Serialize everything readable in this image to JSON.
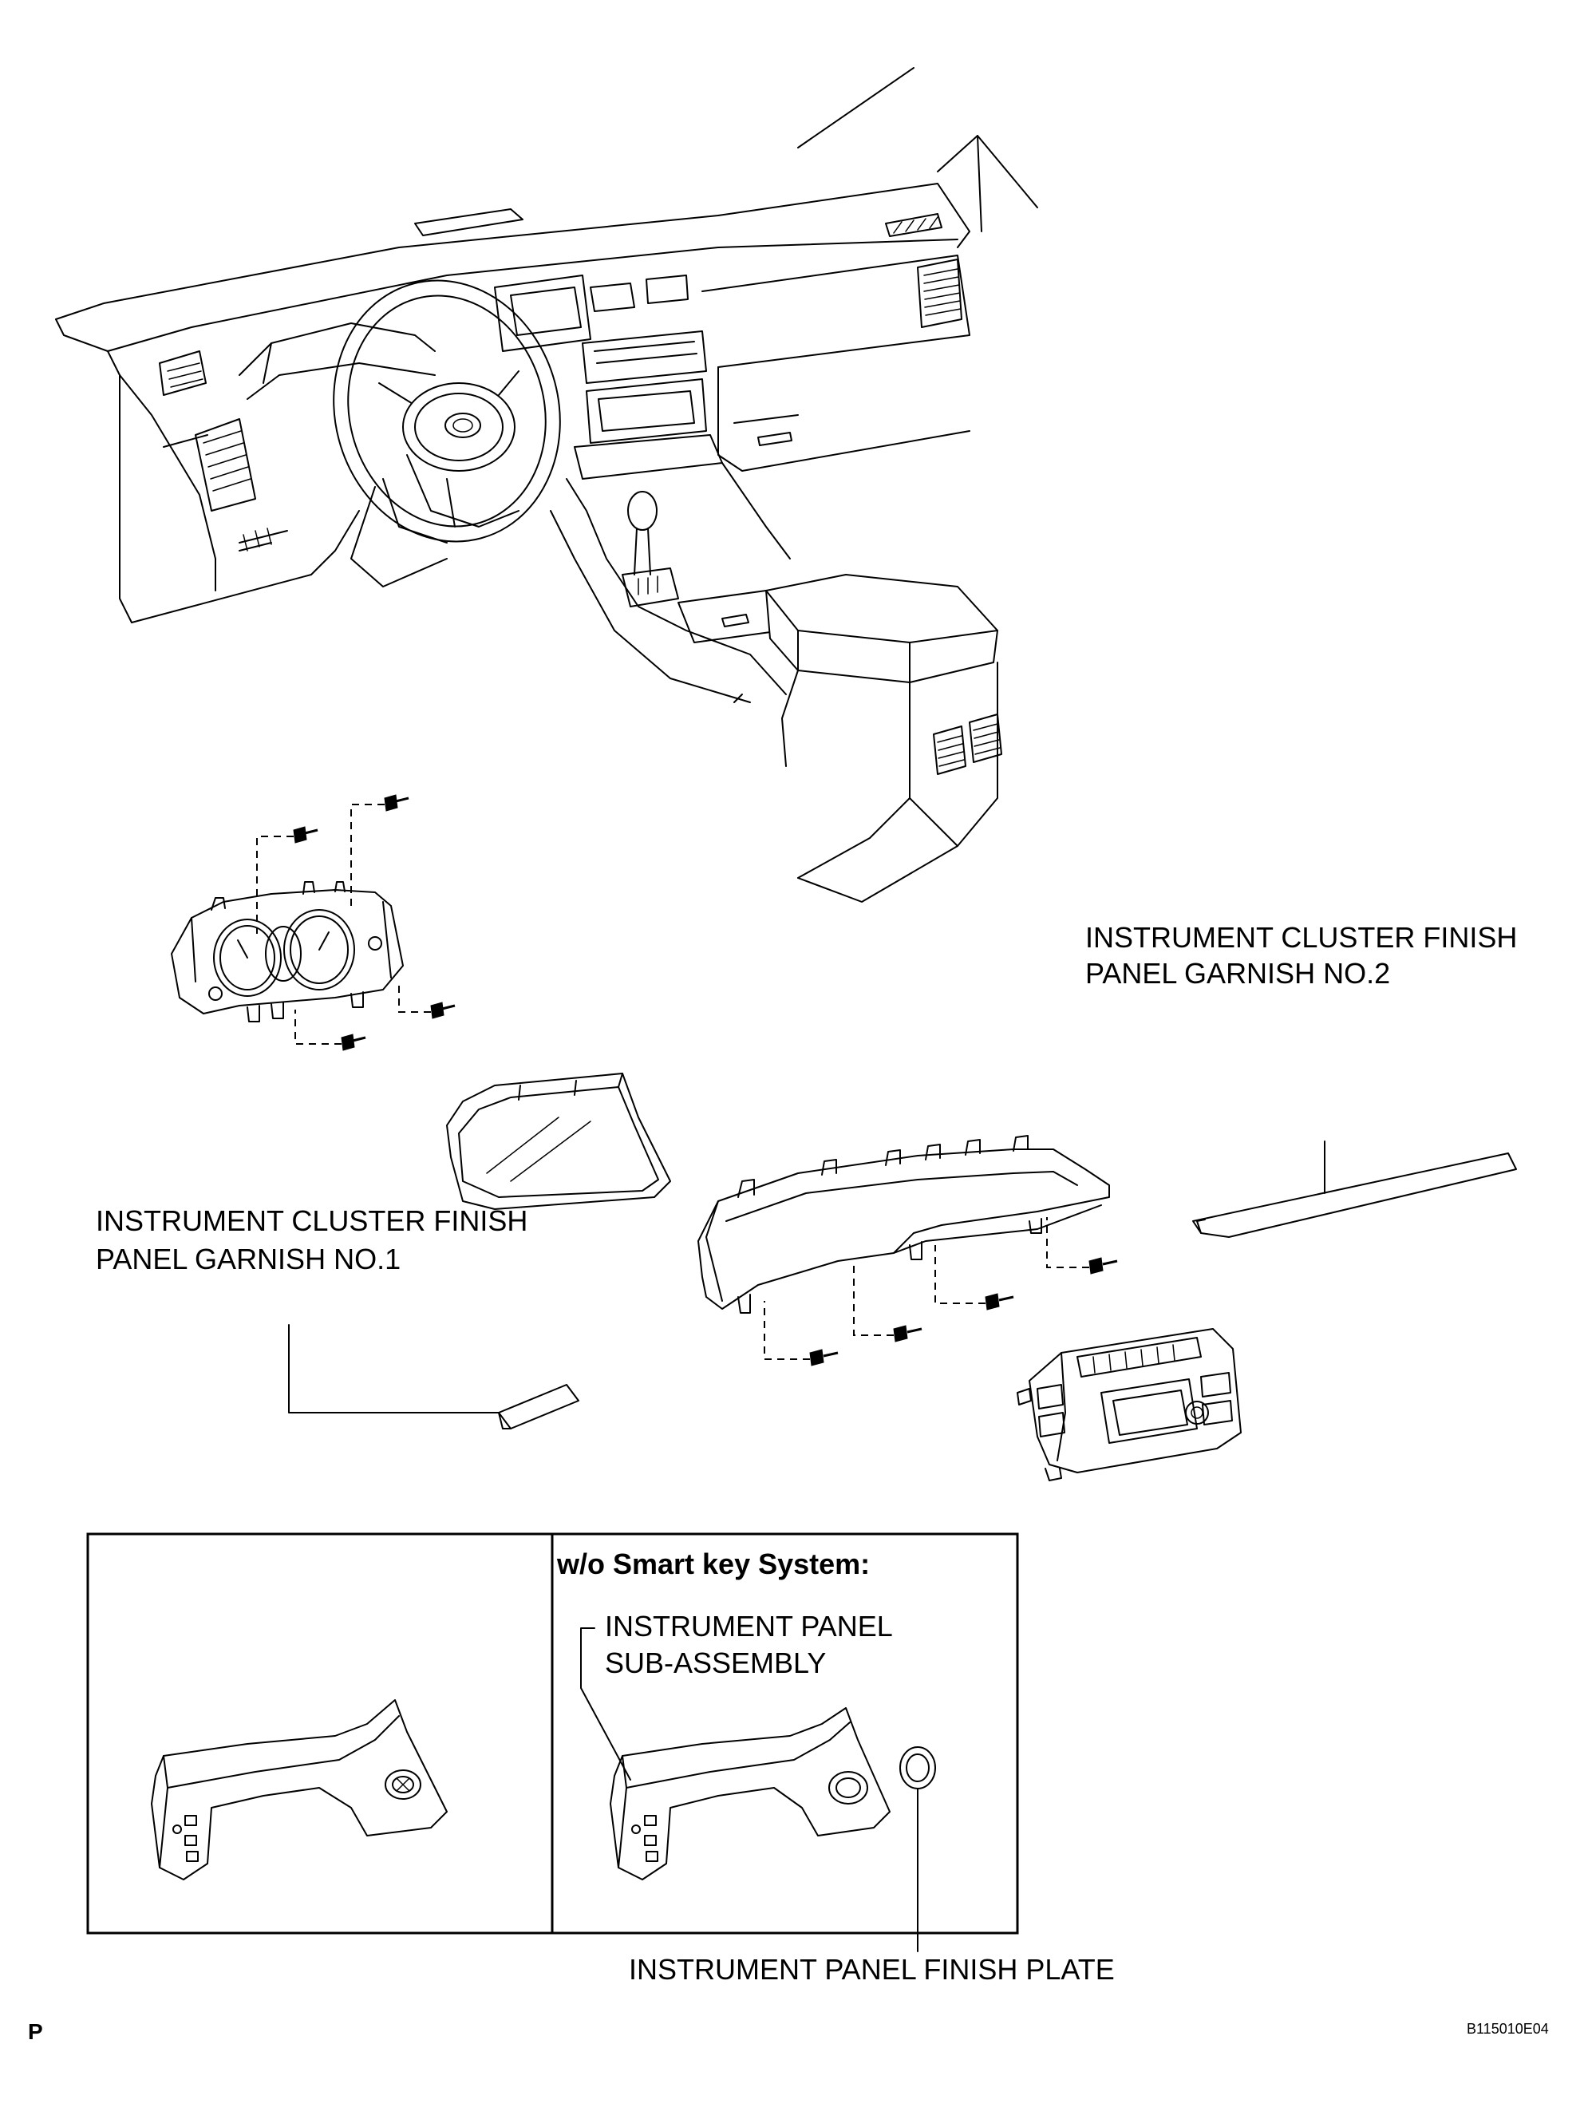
{
  "labels": {
    "cluster_garnish_no2_line1": "INSTRUMENT CLUSTER FINISH",
    "cluster_garnish_no2_line2": "PANEL GARNISH NO.2",
    "cluster_garnish_no1_line1": "INSTRUMENT CLUSTER FINISH",
    "cluster_garnish_no1_line2": "PANEL GARNISH NO.1",
    "inset_header": "w/o Smart key System:",
    "instrument_panel_line1": "INSTRUMENT PANEL",
    "instrument_panel_line2": "SUB-ASSEMBLY",
    "finish_plate": "INSTRUMENT PANEL FINISH PLATE"
  },
  "page_marker": "P",
  "figure_code": "B115010E04"
}
